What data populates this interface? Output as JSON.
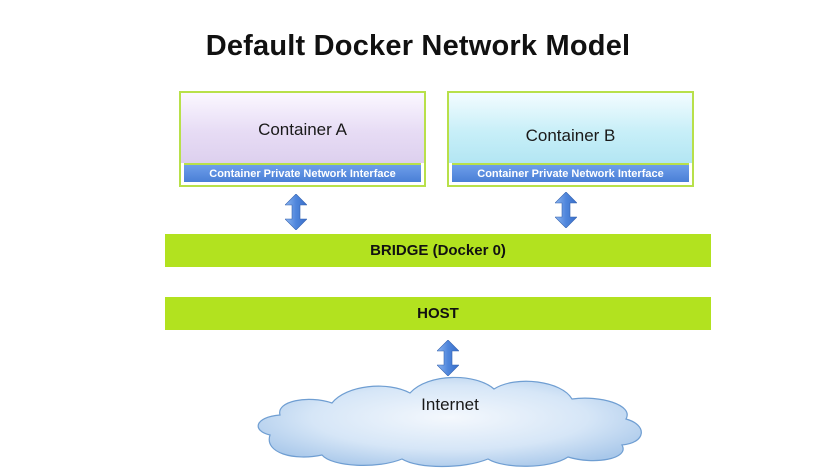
{
  "title": "Default Docker Network Model",
  "containers": [
    {
      "label": "Container A",
      "interface": "Container Private Network Interface"
    },
    {
      "label": "Container B",
      "interface": "Container Private Network Interface"
    }
  ],
  "bridge": {
    "label": "BRIDGE (Docker 0)"
  },
  "host": {
    "label": "HOST"
  },
  "internet": {
    "label": "Internet"
  },
  "colors": {
    "bar_green": "#b2e21f",
    "container_border": "#b8e04a",
    "interface_blue": "#4a7fd6",
    "arrow_blue": "#5b8fe0",
    "cloud_blue": "#9ec3ea"
  },
  "icons": {
    "link_arrow": "double-headed-arrow-icon",
    "internet": "cloud-icon"
  }
}
